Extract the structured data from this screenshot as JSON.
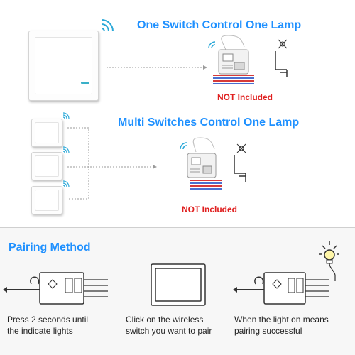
{
  "section1": {
    "heading": "One Switch Control One Lamp",
    "note": "NOT Included"
  },
  "section2": {
    "heading": "Multi Switches Control One Lamp",
    "note": "NOT Included"
  },
  "pairing": {
    "heading": "Pairing Method",
    "steps": [
      {
        "line1": "Press 2 seconds until",
        "line2": "the indicate lights"
      },
      {
        "line1": "Click on the wireless",
        "line2": "switch you want to pair"
      },
      {
        "line1": "When the light on means",
        "line2": "pairing successful"
      }
    ]
  },
  "icons": [
    "wireless-signal-icon",
    "receiver-module-icon",
    "lamp-symbol-icon",
    "light-bulb-icon",
    "wall-switch-icon"
  ],
  "colors": {
    "heading": "#1e90ff",
    "not_included": "#e02020",
    "signal": "#2aa8d8",
    "wire_red": "#d63a3a",
    "wire_blue": "#4a6fd0",
    "led": "#3ab0c8"
  }
}
